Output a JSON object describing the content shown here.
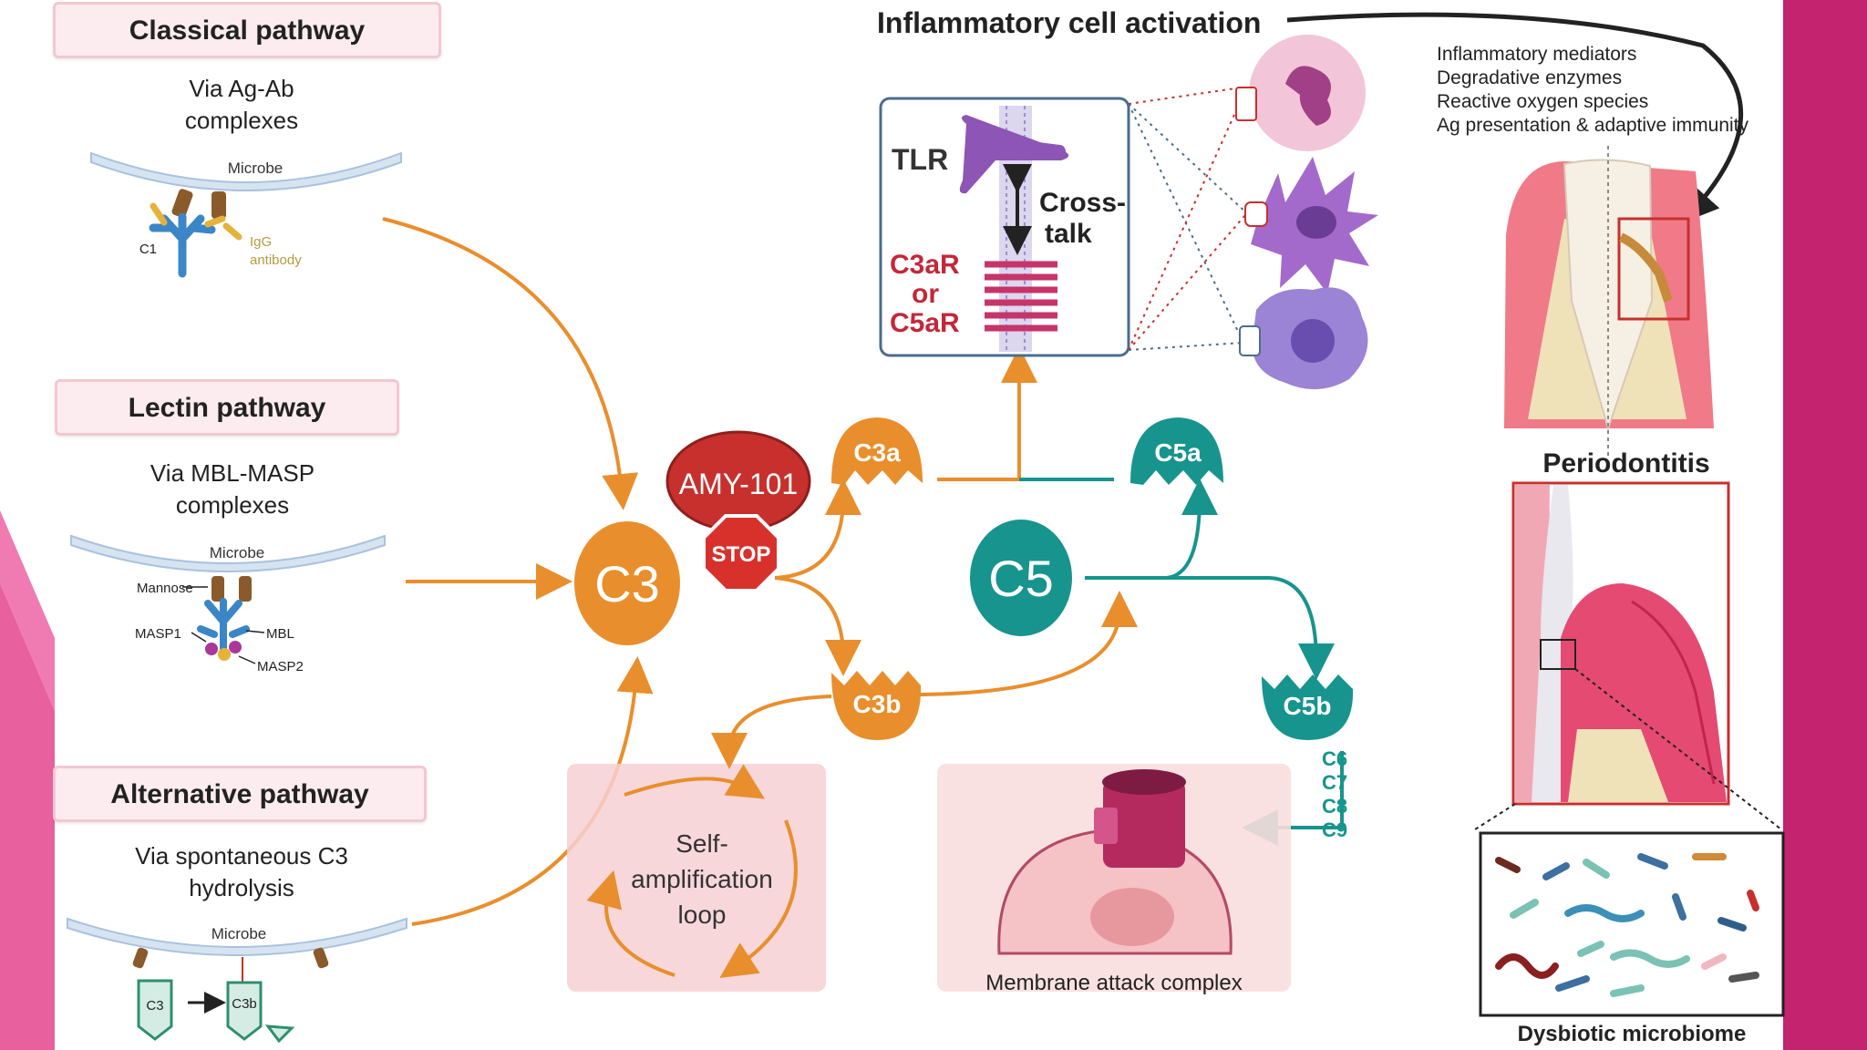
{
  "pathways": {
    "classical": {
      "title": "Classical pathway",
      "line1": "Via Ag-Ab",
      "line2": "complexes",
      "microbe": "Microbe",
      "c1": "C1",
      "igg1": "IgG",
      "igg2": "antibody"
    },
    "lectin": {
      "title": "Lectin pathway",
      "line1": "Via MBL-MASP",
      "line2": "complexes",
      "microbe": "Microbe",
      "mannose": "Mannose",
      "masp1": "MASP1",
      "mbl": "MBL",
      "masp2": "MASP2"
    },
    "alternative": {
      "title": "Alternative pathway",
      "line1": "Via spontaneous C3",
      "line2": "hydrolysis",
      "microbe": "Microbe",
      "c3": "C3",
      "c3b": "C3b"
    }
  },
  "cascade": {
    "c3": "C3",
    "amy": "AMY-101",
    "stop": "STOP",
    "c3a": "C3a",
    "c3b": "C3b",
    "c5": "C5",
    "c5a": "C5a",
    "c5b": "C5b",
    "mac_components": [
      "C6",
      "C7",
      "C8",
      "C9"
    ],
    "loop": [
      "Self-",
      "amplification",
      "loop"
    ],
    "mac_label": "Membrane attack complex"
  },
  "activation": {
    "title": "Inflammatory cell activation",
    "tlr": "TLR",
    "crosstalk": [
      "Cross-",
      "talk"
    ],
    "receptor": [
      "C3aR",
      "or",
      "C5aR"
    ],
    "outcomes": [
      "Inflammatory mediators",
      "Degradative enzymes",
      "Reactive oxygen species",
      "Ag presentation & adaptive immunity"
    ]
  },
  "disease": {
    "periodontitis": "Periodontitis",
    "microbiome": "Dysbiotic microbiome"
  },
  "colors": {
    "orange": "#e98e2c",
    "teal": "#17948d",
    "magenta": "#c3236f",
    "pink": "#e8609e",
    "red": "#c7302d",
    "purple": "#8d55b5"
  }
}
